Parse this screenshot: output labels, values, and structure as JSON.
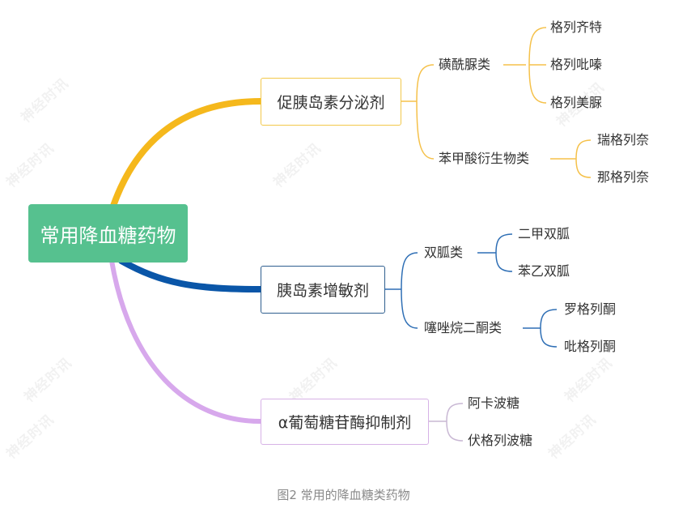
{
  "root": "常用降血糖药物",
  "categories": [
    {
      "label": "促胰岛素分泌剂",
      "color": "#f5b81c",
      "subgroups": [
        {
          "label": "磺酰脲类",
          "items": [
            "格列齐特",
            "格列吡嗪",
            "格列美脲"
          ]
        },
        {
          "label": "苯甲酸衍生物类",
          "items": [
            "瑞格列奈",
            "那格列奈"
          ]
        }
      ]
    },
    {
      "label": "胰岛素增敏剂",
      "color": "#0a56a8",
      "subgroups": [
        {
          "label": "双胍类",
          "items": [
            "二甲双胍",
            "苯乙双胍"
          ]
        },
        {
          "label": "噻唑烷二酮类",
          "items": [
            "罗格列酮",
            "吡格列酮"
          ]
        }
      ]
    },
    {
      "label": "α葡萄糖苷酶抑制剂",
      "color": "#d7a8ec",
      "items": [
        "阿卡波糖",
        "伏格列波糖"
      ]
    }
  ],
  "caption": "图2 常用的降血糖类药物",
  "watermark": "神经时讯",
  "colors": {
    "root_fill": "#56c18f",
    "branch_yellow": "#f5b81c",
    "branch_blue": "#0a56a8",
    "branch_purple": "#d7a8ec"
  }
}
